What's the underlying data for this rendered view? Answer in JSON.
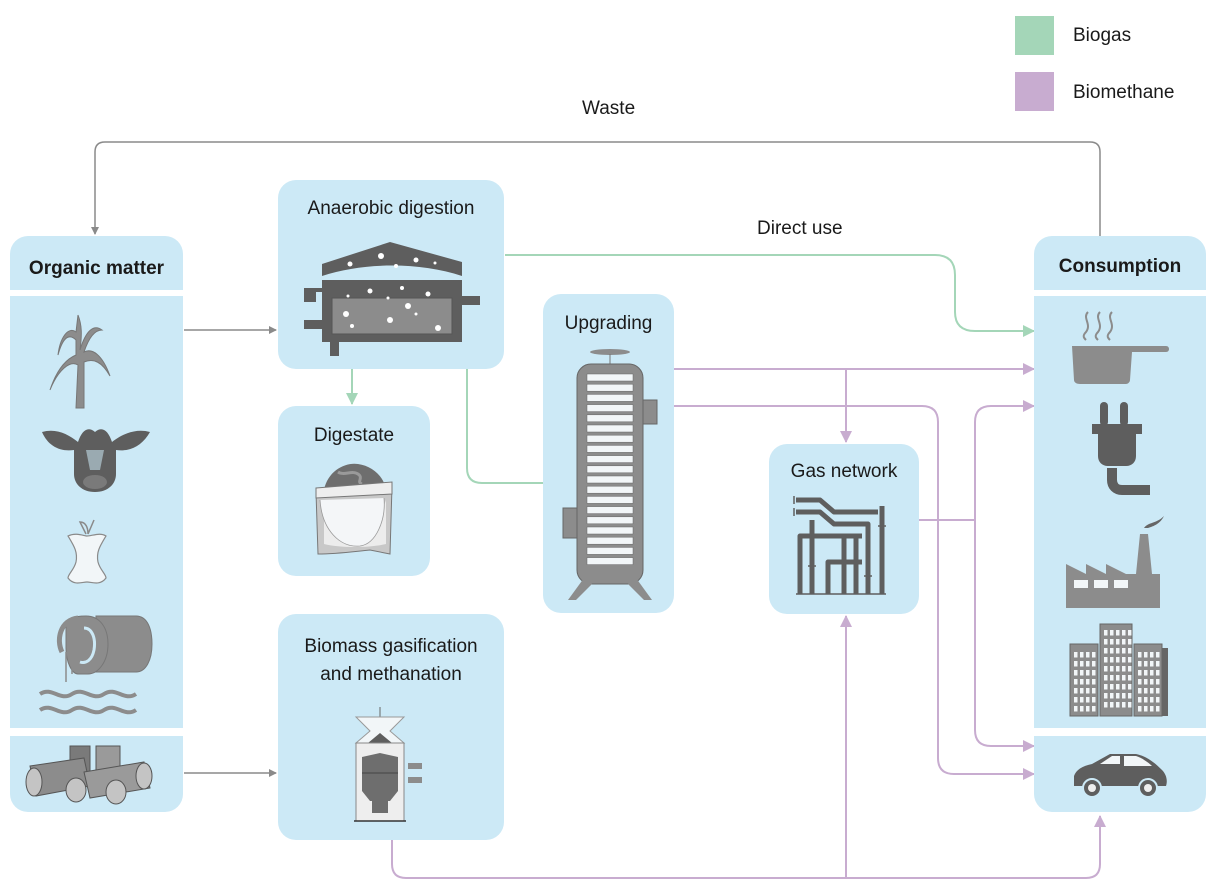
{
  "legend": {
    "items": [
      {
        "label": "Biogas",
        "color": "#a4d6b8"
      },
      {
        "label": "Biomethane",
        "color": "#c8acd0"
      }
    ]
  },
  "colors": {
    "box_fill": "#cce9f6",
    "neutral_flow": "#8a8a8a",
    "biogas_flow": "#a4d6b8",
    "biomethane_flow": "#c8acd0",
    "icon_dark": "#5e5e5e",
    "icon_mid": "#8c8c8c"
  },
  "flow_labels": {
    "waste": "Waste",
    "direct_use": "Direct use"
  },
  "nodes": {
    "organic_matter": {
      "title": "Organic matter",
      "icons": [
        "crop-plant-icon",
        "cow-icon",
        "apple-core-icon",
        "sewage-pipe-icon",
        "wood-pellets-icon"
      ]
    },
    "anaerobic_digestion": {
      "title": "Anaerobic digestion",
      "icon": "digester-tank-icon"
    },
    "digestate": {
      "title": "Digestate",
      "icon": "fertilizer-sack-icon"
    },
    "upgrading": {
      "title": "Upgrading",
      "icon": "upgrading-column-icon"
    },
    "gas_network": {
      "title": "Gas network",
      "icon": "pipeline-icon"
    },
    "biomass_gasification": {
      "title_line1": "Biomass gasification",
      "title_line2": "and methanation",
      "icon": "gasifier-icon"
    },
    "consumption": {
      "title": "Consumption",
      "icons": [
        "cooking-pot-icon",
        "electric-plug-icon",
        "factory-icon",
        "buildings-icon",
        "car-icon"
      ]
    }
  }
}
